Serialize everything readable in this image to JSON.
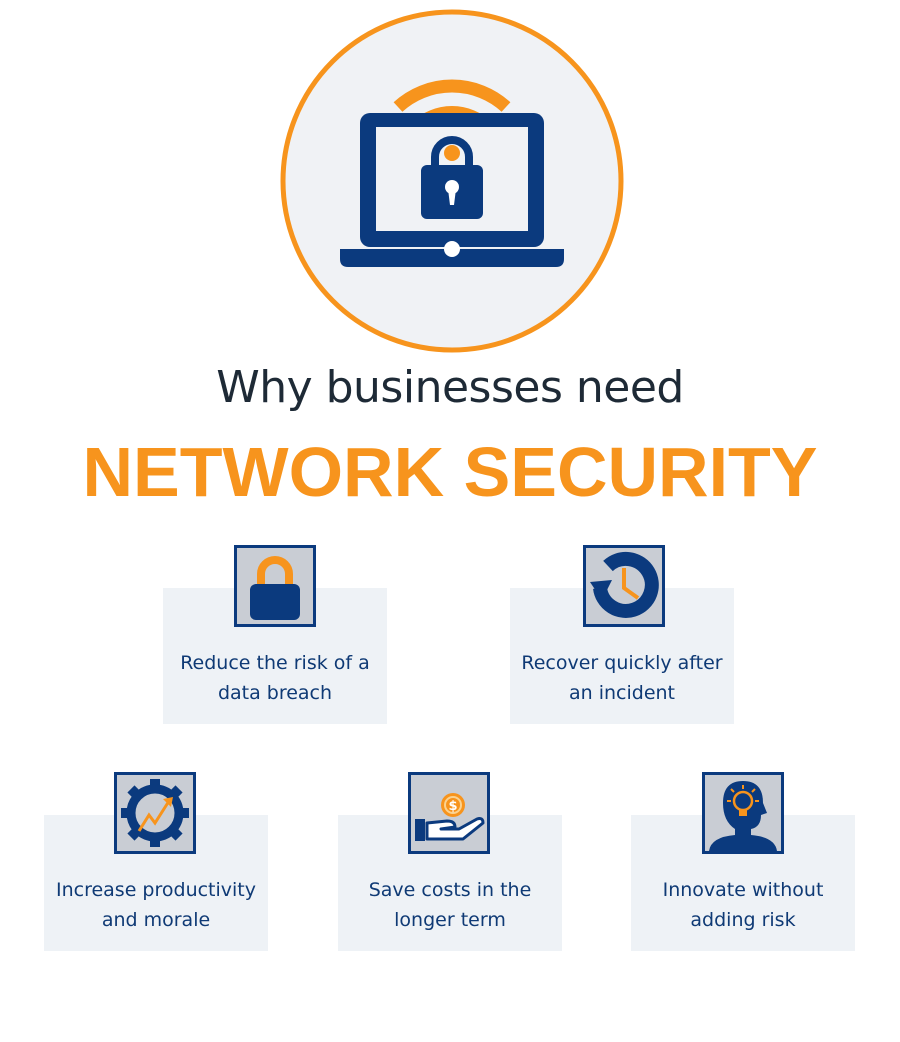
{
  "colors": {
    "navy": "#0b3a7e",
    "orange": "#f7941d",
    "card_bg": "#eef2f6",
    "icon_bg": "#c9cdd4",
    "text_dark": "#1e2a36",
    "text_blue": "#0f3a75"
  },
  "hero": {
    "icon": "laptop-lock-wifi-icon"
  },
  "headline": {
    "top": "Why businesses need",
    "main": "NETWORK SECURITY"
  },
  "benefits": [
    {
      "icon": "padlock-icon",
      "label": "Reduce the risk of a\ndata breach"
    },
    {
      "icon": "clock-recovery-icon",
      "label": "Recover quickly after\nan incident"
    },
    {
      "icon": "gear-growth-icon",
      "label": "Increase productivity\nand morale"
    },
    {
      "icon": "hand-coin-icon",
      "label": "Save costs in the\nlonger term"
    },
    {
      "icon": "head-lightbulb-icon",
      "label": "Innovate without\nadding risk"
    }
  ]
}
